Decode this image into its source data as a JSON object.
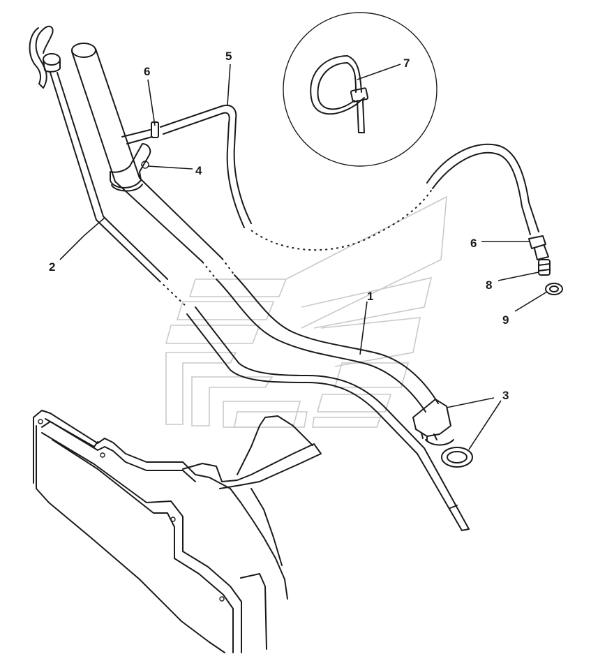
{
  "callouts": [
    {
      "id": "callout-1",
      "label": "1"
    },
    {
      "id": "callout-2",
      "label": "2"
    },
    {
      "id": "callout-3",
      "label": "3"
    },
    {
      "id": "callout-4",
      "label": "4"
    },
    {
      "id": "callout-5",
      "label": "5"
    },
    {
      "id": "callout-6-top",
      "label": "6"
    },
    {
      "id": "callout-6-right",
      "label": "6"
    },
    {
      "id": "callout-7",
      "label": "7"
    },
    {
      "id": "callout-8",
      "label": "8"
    },
    {
      "id": "callout-9",
      "label": "9"
    }
  ],
  "colors": {
    "line": "#1a1a1a",
    "watermark": "#c9c9c9",
    "background": "#ffffff"
  }
}
